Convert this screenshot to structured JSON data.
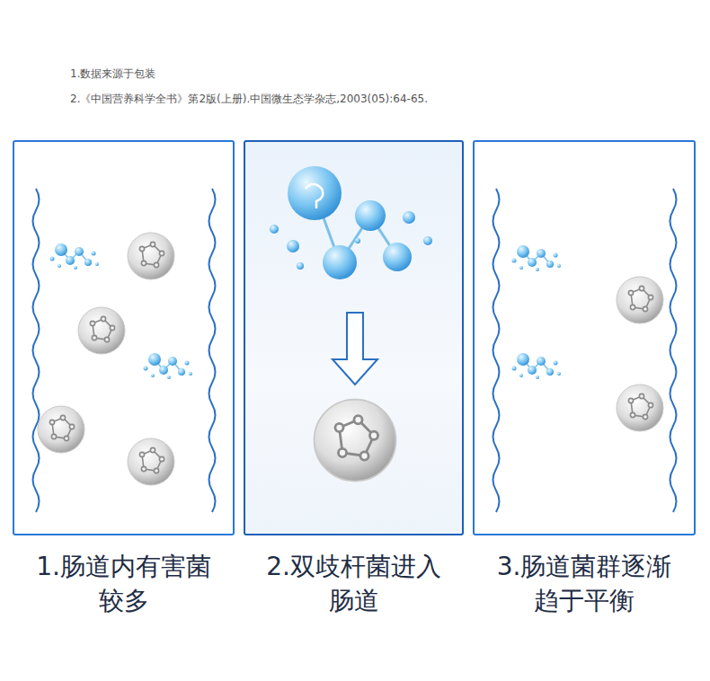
{
  "diagram": {
    "nodes": [
      {
        "text": [
          "1.肠道内有害菌 较多"
        ]
      },
      {
        "text": [
          "2.双歧杆菌进入 肠道"
        ]
      },
      {
        "text": [
          "3.肠道菌群逐渐 趋于平衡"
        ]
      }
    ],
    "labels": [
      "1.数据来源于包装",
      "2.《中国营养科学全书》第2版(上册).中国微生态学杂志,2003(05):64-65."
    ]
  }
}
